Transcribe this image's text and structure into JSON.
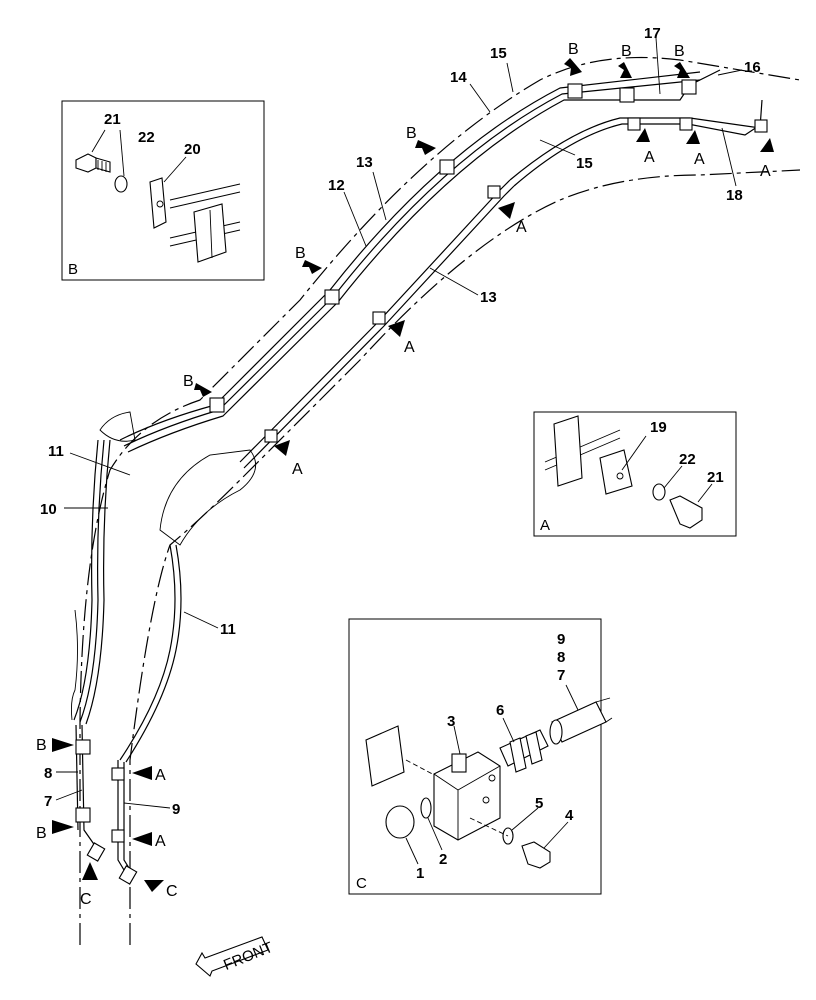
{
  "callouts": [
    "1",
    "2",
    "3",
    "4",
    "5",
    "6",
    "7",
    "8",
    "9",
    "10",
    "11",
    "12",
    "13",
    "14",
    "15",
    "16",
    "17",
    "18",
    "19",
    "20",
    "21",
    "22"
  ],
  "labels": {
    "l1": "1",
    "l2": "2",
    "l3": "3",
    "l4": "4",
    "l5": "5",
    "l6": "6",
    "l7": "7",
    "l8": "8",
    "l9": "9",
    "l10": "10",
    "l11": "11",
    "l12": "12",
    "l13": "13",
    "l14": "14",
    "l15": "15",
    "l16": "16",
    "l17": "17",
    "l18": "18",
    "l19": "19",
    "l20": "20",
    "l21": "21",
    "l22": "22"
  },
  "view_letters": {
    "a": "A",
    "b": "B",
    "c": "C"
  },
  "detail_boxes": {
    "detail_a": "A",
    "detail_b": "B",
    "detail_c": "C"
  },
  "front_marker": "FRONT"
}
